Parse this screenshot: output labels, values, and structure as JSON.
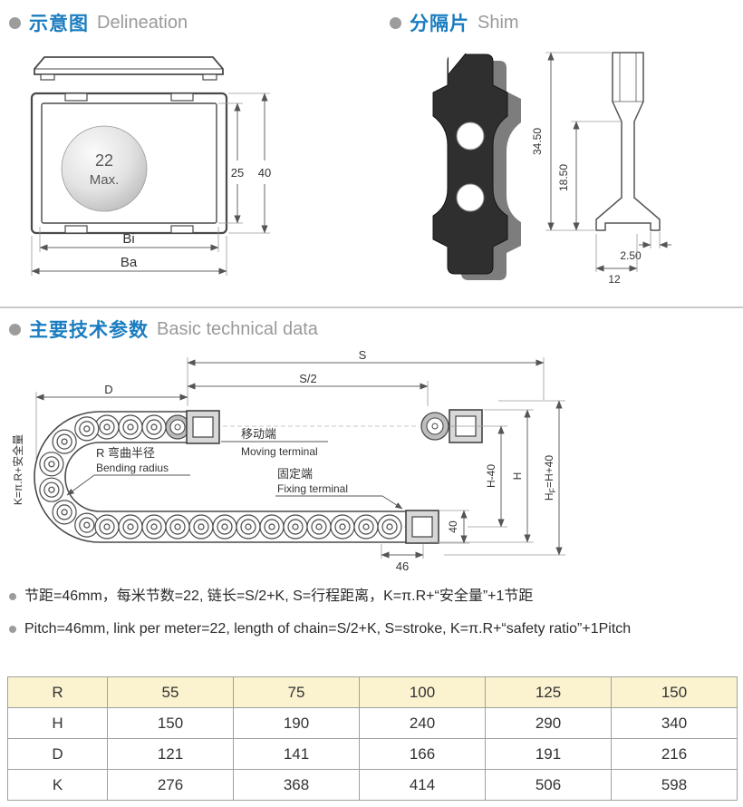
{
  "sections": {
    "delineation": {
      "zh": "示意图",
      "en": "Delineation"
    },
    "shim": {
      "zh": "分隔片",
      "en": "Shim"
    },
    "technical": {
      "zh": "主要技术参数",
      "en": "Basic technical data"
    }
  },
  "delineation": {
    "ball_line1": "22",
    "ball_line2": "Max.",
    "dims": {
      "inner_height": "25",
      "outer_height": "40",
      "inner_width": "Bi",
      "outer_width": "Ba"
    }
  },
  "shim": {
    "dims": {
      "overall_height": "34.50",
      "neck_height": "18.50",
      "foot_thickness": "2.50",
      "base_width": "12"
    }
  },
  "diagram": {
    "dims": {
      "stroke": "S",
      "half_stroke": "S/2",
      "d": "D",
      "h_minus_40": "H-40",
      "h": "H",
      "hf_h": "H",
      "hf_f": "F",
      "hf_rest": "=H+40",
      "forty": "40",
      "pitch": "46"
    },
    "labels": {
      "moving_zh": "移动端",
      "moving_en": "Moving terminal",
      "fixing_zh": "固定端",
      "fixing_en": "Fixing terminal",
      "bend_zh": "R 弯曲半径",
      "bend_en": "Bending radius",
      "k_formula": "K=π.R+安全量"
    }
  },
  "notes": {
    "zh": "节距=46mm，每米节数=22, 链长=S/2+K, S=行程距离，K=π.R+“安全量”+1节距",
    "en": "Pitch=46mm, link per meter=22, length of chain=S/2+K, S=stroke, K=π.R+“safety ratio”+1Pitch"
  },
  "table": {
    "rows": [
      {
        "label": "R",
        "values": [
          "55",
          "75",
          "100",
          "125",
          "150"
        ]
      },
      {
        "label": "H",
        "values": [
          "150",
          "190",
          "240",
          "290",
          "340"
        ]
      },
      {
        "label": "D",
        "values": [
          "121",
          "141",
          "166",
          "191",
          "216"
        ]
      },
      {
        "label": "K",
        "values": [
          "276",
          "368",
          "414",
          "506",
          "598"
        ]
      }
    ]
  }
}
